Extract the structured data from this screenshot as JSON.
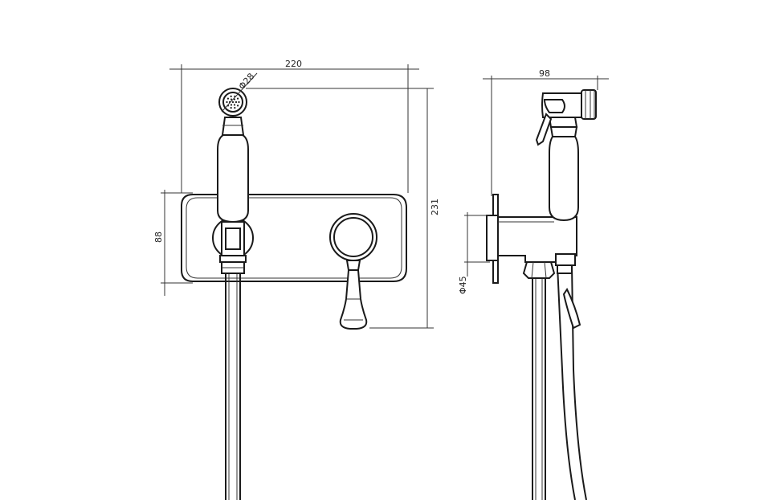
{
  "dimensions": {
    "width_front": "220",
    "diameter_head": "Φ28",
    "height_panel": "88",
    "height_total": "231",
    "depth_side": "98",
    "diameter_conn": "Φ45"
  }
}
